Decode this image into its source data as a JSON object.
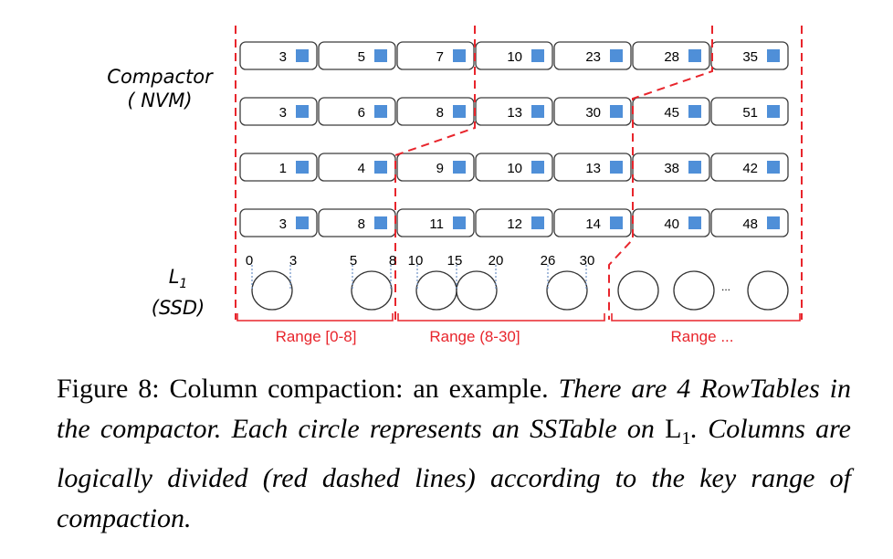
{
  "labels": {
    "compactor": "Compactor",
    "compactor_medium": "( NVM)",
    "l1_prefix": "L",
    "l1_sub": "1",
    "l1_medium": "(SSD)"
  },
  "rows": [
    [
      3,
      5,
      7,
      10,
      23,
      28,
      35
    ],
    [
      3,
      6,
      8,
      13,
      30,
      45,
      51
    ],
    [
      1,
      4,
      9,
      10,
      13,
      38,
      42
    ],
    [
      3,
      8,
      11,
      12,
      14,
      40,
      48
    ]
  ],
  "sstable_keys": [
    "0",
    "3",
    "5",
    "8",
    "10",
    "15",
    "20",
    "26",
    "30"
  ],
  "ellipsis": "...",
  "ranges": [
    "Range [0-8]",
    "Range (8-30]",
    "Range ..."
  ],
  "caption": {
    "lead": "Figure 8: Column compaction: an example.",
    "italic_1": "There are 4 RowTables in the compactor. Each circle represents an SSTable on",
    "l_letter": "L",
    "l_sub": "1",
    "italic_2": ". Columns are logically divided (red dashed lines) according to the key range of compaction."
  },
  "colors": {
    "divider": "#e8252c",
    "marker": "#4f8fd8",
    "leader": "#6b8fc4",
    "cell_border": "#3c3c3c"
  }
}
